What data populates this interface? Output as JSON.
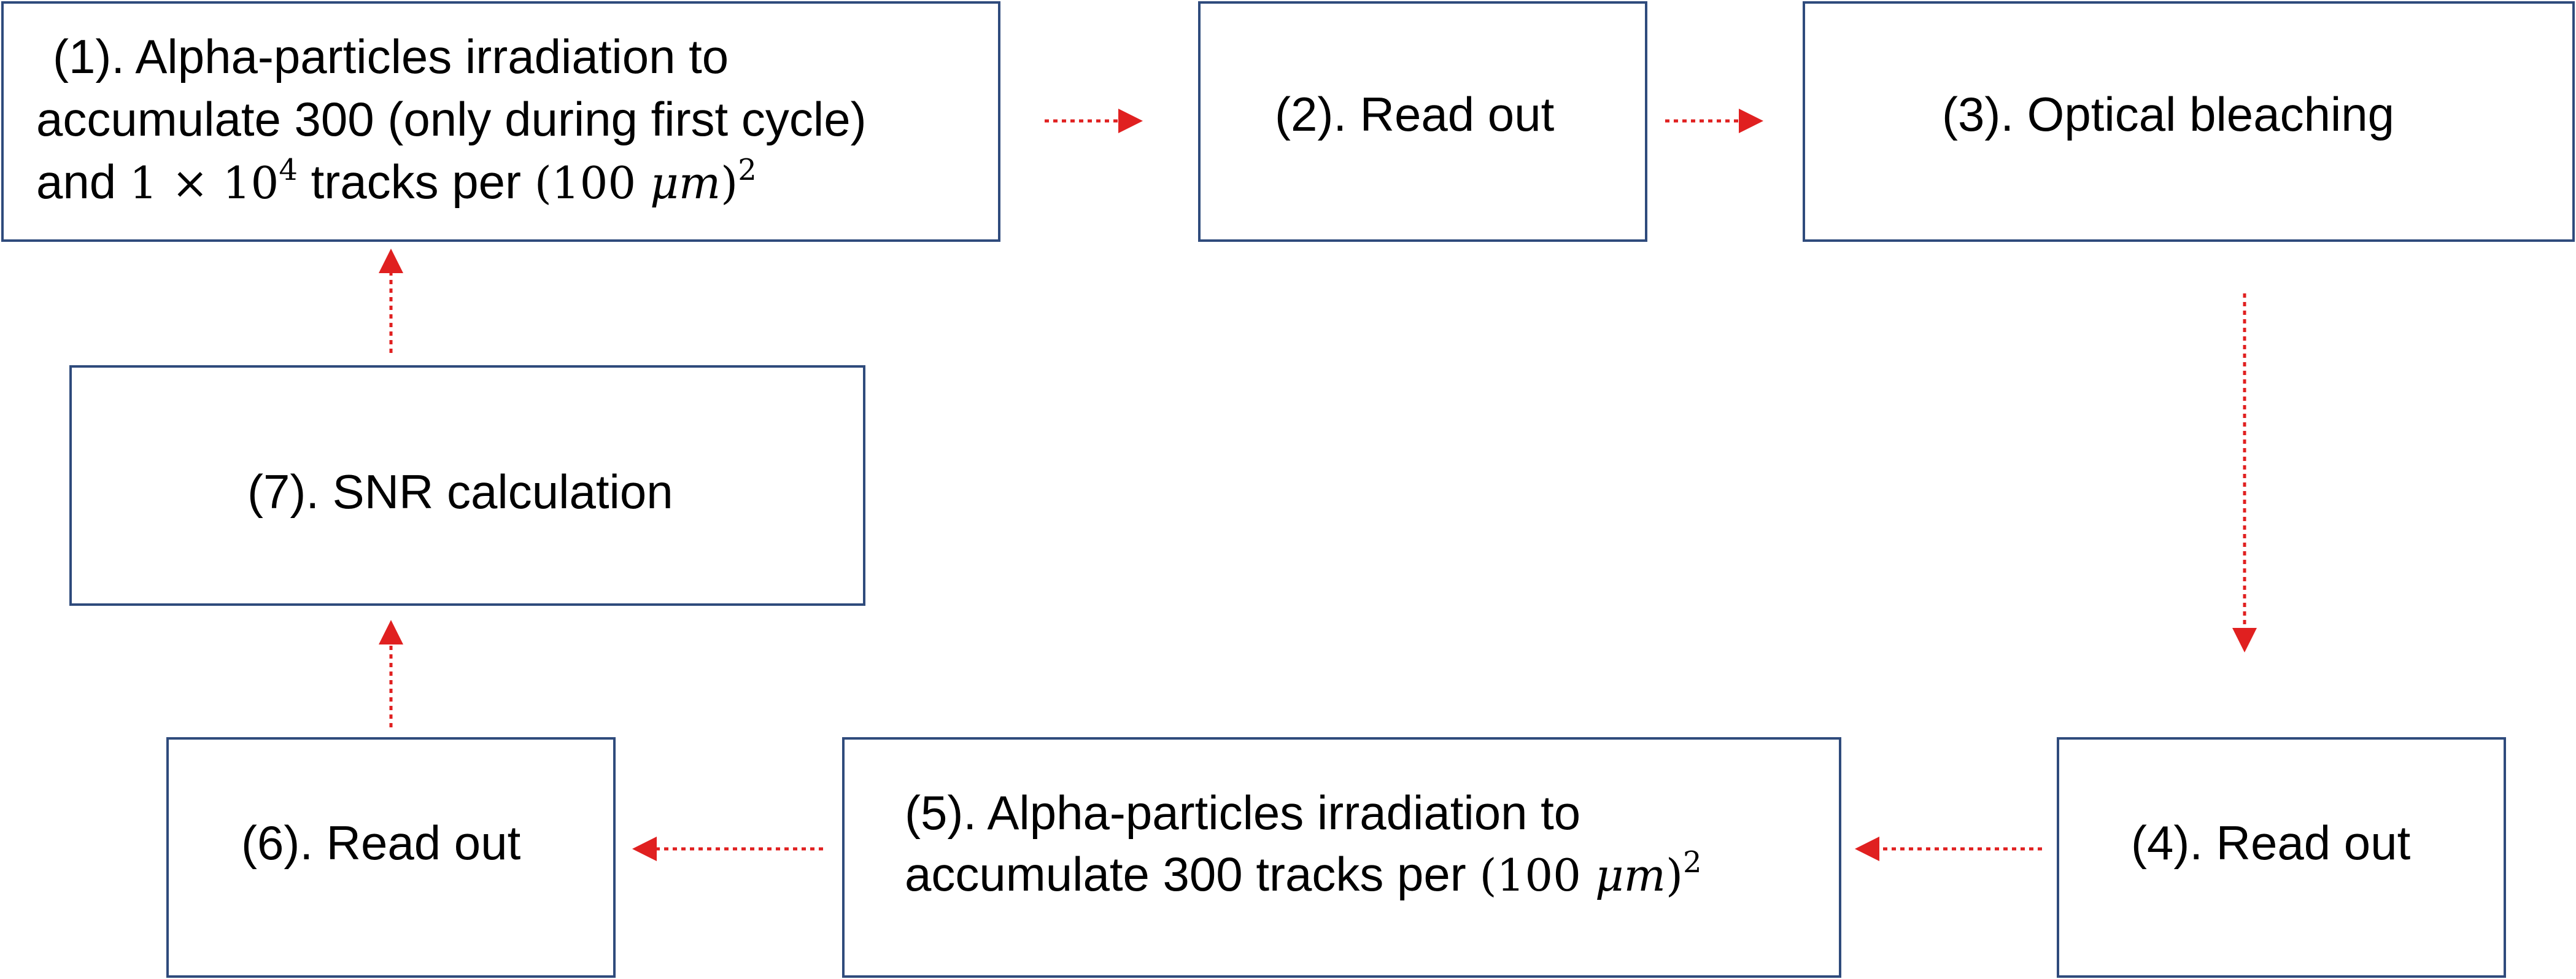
{
  "colors": {
    "box_border": "#2F4B7C",
    "arrow": "#E02020",
    "text": "#000000"
  },
  "steps": {
    "s1": {
      "line1": "(1). Alpha-particles irradiation to",
      "line2": "accumulate 300 (only during first cycle)",
      "line3_pre": "and",
      "line3_coef": "1",
      "line3_times": "×",
      "line3_base": "10",
      "line3_exp": "4",
      "line3_mid": "tracks per",
      "line3_paren_open": "(100",
      "line3_unit": "μm",
      "line3_paren_close": ")",
      "line3_sq": "2"
    },
    "s2": {
      "label": "(2). Read out"
    },
    "s3": {
      "label": "(3). Optical bleaching"
    },
    "s4": {
      "label": "(4). Read out"
    },
    "s5": {
      "line1": "(5). Alpha-particles irradiation to",
      "line2_pre": "accumulate 300 tracks per",
      "line2_paren_open": "(100",
      "line2_unit": "μm",
      "line2_paren_close": ")",
      "line2_sq": "2"
    },
    "s6": {
      "label": "(6). Read out"
    },
    "s7": {
      "label": "(7). SNR calculation"
    }
  },
  "arrows": [
    {
      "from": "step-1",
      "to": "step-2",
      "direction": "right"
    },
    {
      "from": "step-2",
      "to": "step-3",
      "direction": "right"
    },
    {
      "from": "step-3",
      "to": "step-4",
      "direction": "down"
    },
    {
      "from": "step-4",
      "to": "step-5",
      "direction": "left"
    },
    {
      "from": "step-5",
      "to": "step-6",
      "direction": "left"
    },
    {
      "from": "step-6",
      "to": "step-7",
      "direction": "up"
    },
    {
      "from": "step-7",
      "to": "step-1",
      "direction": "up"
    }
  ]
}
